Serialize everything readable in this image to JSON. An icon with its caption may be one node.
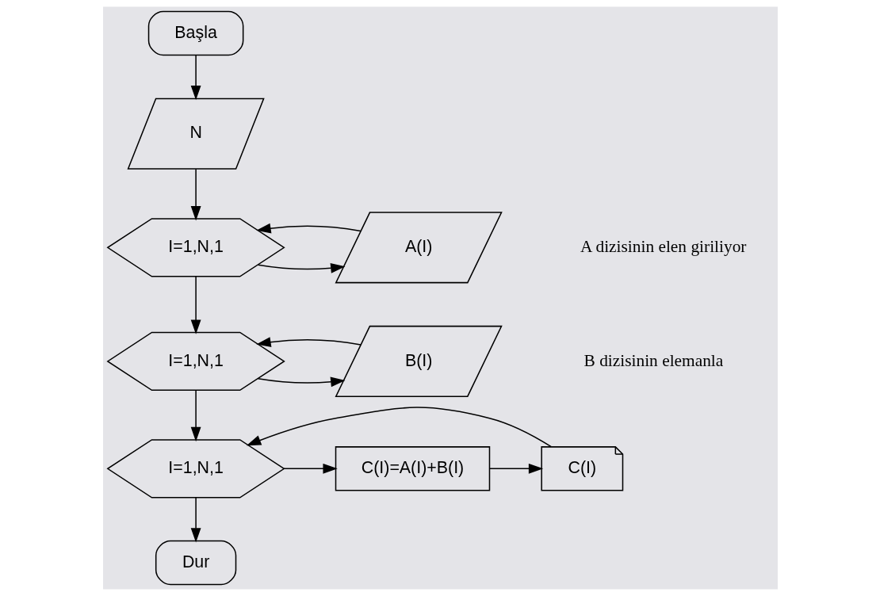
{
  "diagram": {
    "nodes": [
      {
        "text": [
          "Başla"
        ]
      },
      {
        "text": [
          "N"
        ]
      },
      {
        "text": [
          "I=1,N,1"
        ]
      },
      {
        "text": [
          "A(I)"
        ]
      },
      {
        "text": [
          "I=1,N,1"
        ]
      },
      {
        "text": [
          "B(I)"
        ]
      },
      {
        "text": [
          "I=1,N,1"
        ]
      },
      {
        "text": [
          "C(I)=A(I)+B(I)"
        ]
      },
      {
        "text": [
          "C(I)"
        ]
      },
      {
        "text": [
          "Dur"
        ]
      }
    ],
    "edges": [
      {
        "from": 0,
        "to": 1,
        "arrow": "to"
      },
      {
        "from": 1,
        "to": 2,
        "arrow": "to"
      },
      {
        "from": 2,
        "to": 3,
        "arrow": "to"
      },
      {
        "from": 3,
        "to": 2,
        "arrow": "to"
      },
      {
        "from": 2,
        "to": 4,
        "arrow": "to"
      },
      {
        "from": 4,
        "to": 5,
        "arrow": "to"
      },
      {
        "from": 5,
        "to": 4,
        "arrow": "to"
      },
      {
        "from": 4,
        "to": 6,
        "arrow": "to"
      },
      {
        "from": 6,
        "to": 7,
        "arrow": "to"
      },
      {
        "from": 7,
        "to": 8,
        "arrow": "to"
      },
      {
        "from": 8,
        "to": 6,
        "arrow": "to"
      },
      {
        "from": 6,
        "to": 9,
        "arrow": "to"
      }
    ],
    "labels": [
      "A dizisinin elen giriliyor",
      "B dizisinin elemanla"
    ]
  }
}
